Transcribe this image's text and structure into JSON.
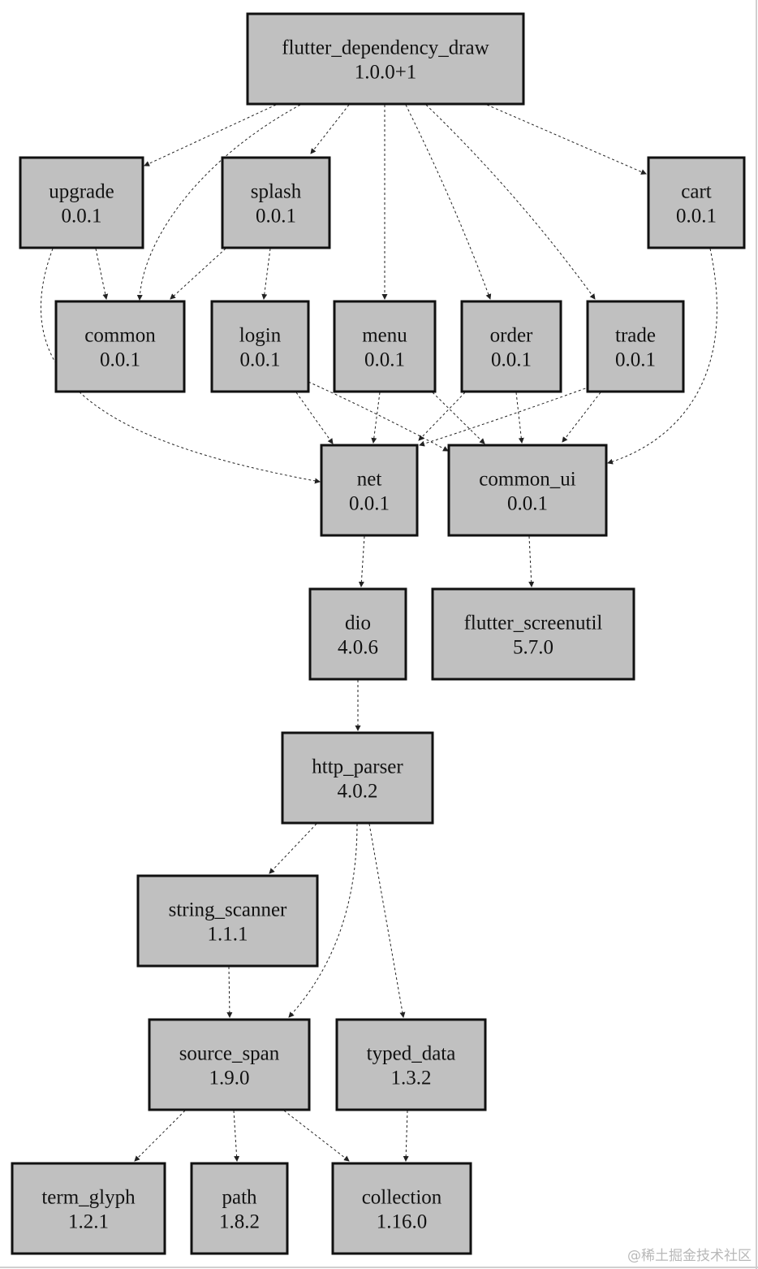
{
  "graph": {
    "nodes": [
      {
        "id": "flutter_dependency_draw",
        "name": "flutter_dependency_draw",
        "version": "1.0.0+1"
      },
      {
        "id": "upgrade",
        "name": "upgrade",
        "version": "0.0.1"
      },
      {
        "id": "splash",
        "name": "splash",
        "version": "0.0.1"
      },
      {
        "id": "cart",
        "name": "cart",
        "version": "0.0.1"
      },
      {
        "id": "common",
        "name": "common",
        "version": "0.0.1"
      },
      {
        "id": "login",
        "name": "login",
        "version": "0.0.1"
      },
      {
        "id": "menu",
        "name": "menu",
        "version": "0.0.1"
      },
      {
        "id": "order",
        "name": "order",
        "version": "0.0.1"
      },
      {
        "id": "trade",
        "name": "trade",
        "version": "0.0.1"
      },
      {
        "id": "net",
        "name": "net",
        "version": "0.0.1"
      },
      {
        "id": "common_ui",
        "name": "common_ui",
        "version": "0.0.1"
      },
      {
        "id": "dio",
        "name": "dio",
        "version": "4.0.6"
      },
      {
        "id": "flutter_screenutil",
        "name": "flutter_screenutil",
        "version": "5.7.0"
      },
      {
        "id": "http_parser",
        "name": "http_parser",
        "version": "4.0.2"
      },
      {
        "id": "string_scanner",
        "name": "string_scanner",
        "version": "1.1.1"
      },
      {
        "id": "source_span",
        "name": "source_span",
        "version": "1.9.0"
      },
      {
        "id": "typed_data",
        "name": "typed_data",
        "version": "1.3.2"
      },
      {
        "id": "term_glyph",
        "name": "term_glyph",
        "version": "1.2.1"
      },
      {
        "id": "path",
        "name": "path",
        "version": "1.8.2"
      },
      {
        "id": "collection",
        "name": "collection",
        "version": "1.16.0"
      }
    ],
    "edges": [
      {
        "from": "flutter_dependency_draw",
        "to": "upgrade"
      },
      {
        "from": "flutter_dependency_draw",
        "to": "common"
      },
      {
        "from": "flutter_dependency_draw",
        "to": "splash"
      },
      {
        "from": "flutter_dependency_draw",
        "to": "menu"
      },
      {
        "from": "flutter_dependency_draw",
        "to": "order"
      },
      {
        "from": "flutter_dependency_draw",
        "to": "trade"
      },
      {
        "from": "flutter_dependency_draw",
        "to": "cart"
      },
      {
        "from": "upgrade",
        "to": "common"
      },
      {
        "from": "upgrade",
        "to": "net"
      },
      {
        "from": "splash",
        "to": "common"
      },
      {
        "from": "splash",
        "to": "login"
      },
      {
        "from": "cart",
        "to": "common_ui"
      },
      {
        "from": "login",
        "to": "net"
      },
      {
        "from": "login",
        "to": "common_ui"
      },
      {
        "from": "menu",
        "to": "net"
      },
      {
        "from": "menu",
        "to": "common_ui"
      },
      {
        "from": "order",
        "to": "net"
      },
      {
        "from": "order",
        "to": "common_ui"
      },
      {
        "from": "trade",
        "to": "net"
      },
      {
        "from": "trade",
        "to": "common_ui"
      },
      {
        "from": "net",
        "to": "dio"
      },
      {
        "from": "common_ui",
        "to": "flutter_screenutil"
      },
      {
        "from": "dio",
        "to": "http_parser"
      },
      {
        "from": "http_parser",
        "to": "string_scanner"
      },
      {
        "from": "http_parser",
        "to": "source_span"
      },
      {
        "from": "http_parser",
        "to": "typed_data"
      },
      {
        "from": "string_scanner",
        "to": "source_span"
      },
      {
        "from": "source_span",
        "to": "term_glyph"
      },
      {
        "from": "source_span",
        "to": "path"
      },
      {
        "from": "source_span",
        "to": "collection"
      },
      {
        "from": "typed_data",
        "to": "collection"
      }
    ]
  },
  "watermark": "@稀土掘金技术社区"
}
